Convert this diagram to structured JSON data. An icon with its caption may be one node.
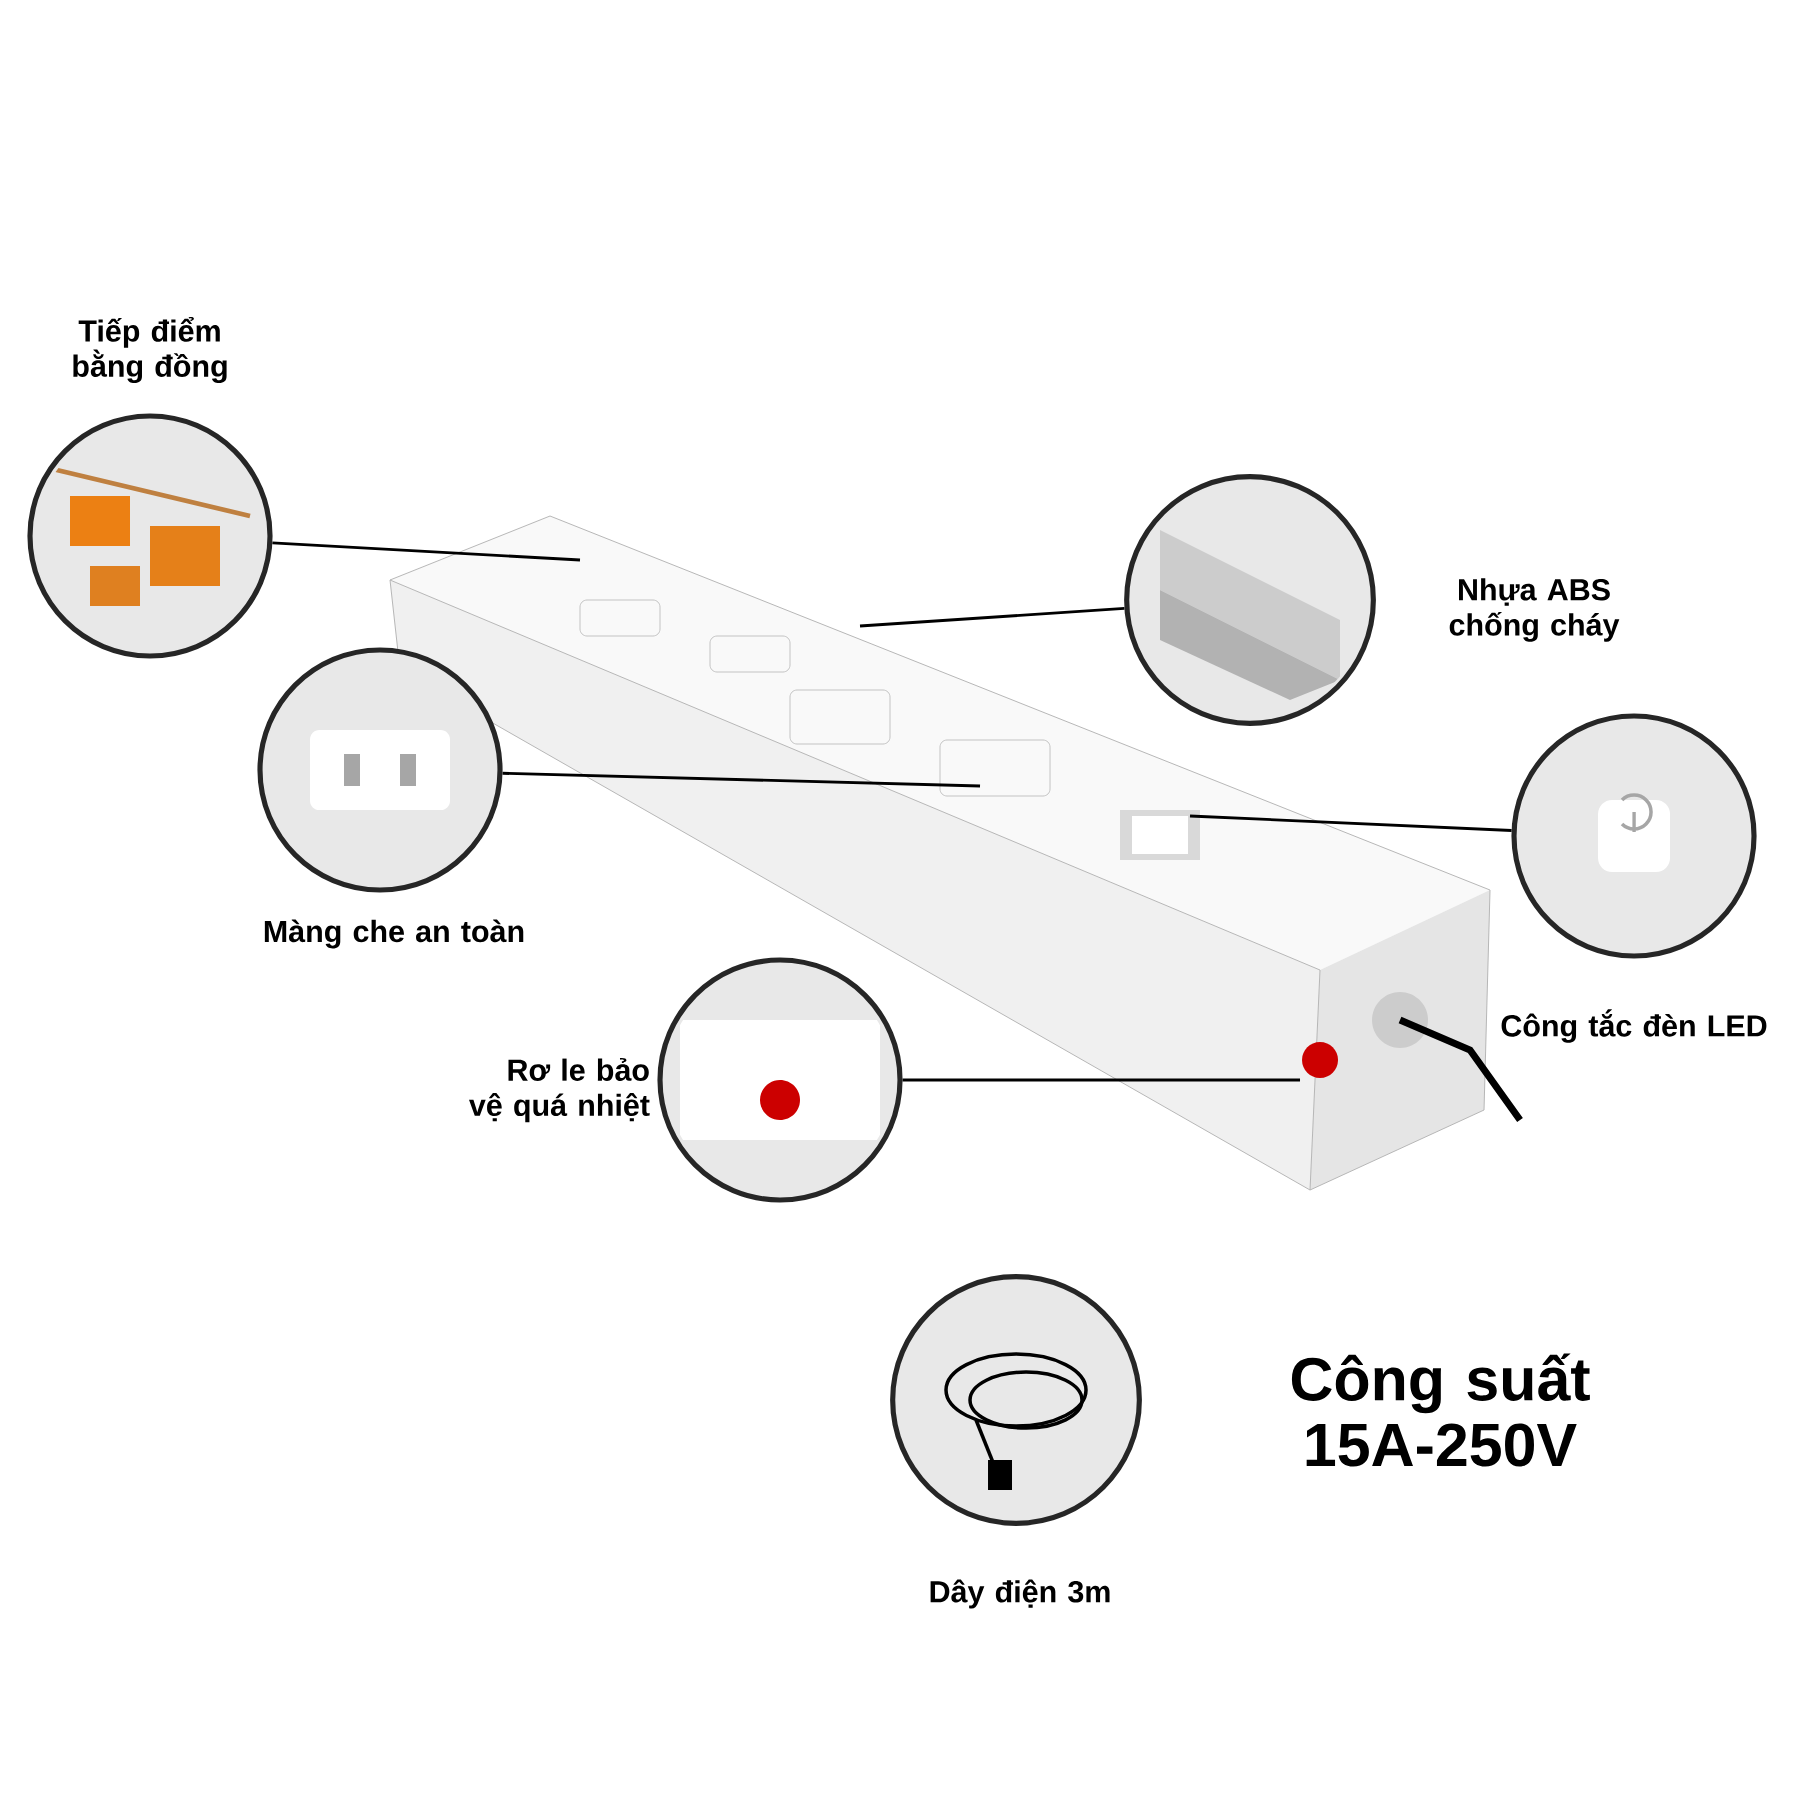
{
  "diagram": {
    "nodes": [
      {
        "text": [],
        "shape": "picture",
        "beside": [
          "Tiếp điểm bằng đồng"
        ]
      },
      {
        "text": [],
        "shape": "picture",
        "beside": [
          "Nhựa ABS chống cháy"
        ]
      },
      {
        "text": [],
        "shape": "picture",
        "beside": [
          "Màng che an toàn"
        ]
      },
      {
        "text": [],
        "shape": "picture",
        "beside": [
          "Công tắc đèn LED"
        ]
      },
      {
        "text": [],
        "shape": "picture",
        "beside": [
          "Rơ le bảo vệ quá nhiệt"
        ]
      },
      {
        "text": [],
        "shape": "picture",
        "beside": [
          "Dây điện 3m"
        ]
      }
    ],
    "edges": [
      {
        "from": 0,
        "to": null,
        "arrow": "none"
      },
      {
        "from": 1,
        "to": null,
        "arrow": "none"
      },
      {
        "from": 2,
        "to": null,
        "arrow": "none"
      },
      {
        "from": 3,
        "to": null,
        "arrow": "none"
      },
      {
        "from": 4,
        "to": null,
        "arrow": "none"
      }
    ],
    "labels": [
      "Công suất 15A-250V"
    ]
  }
}
